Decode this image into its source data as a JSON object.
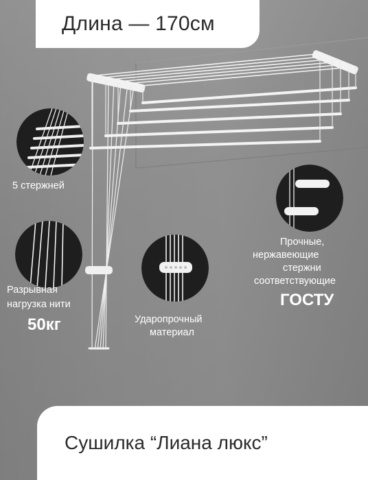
{
  "header": {
    "title": "Длина — 170см"
  },
  "footer": {
    "product_name": "Сушилка “Лиана люкс”"
  },
  "features": {
    "rods": {
      "label": "5 стержней"
    },
    "thread": {
      "label_line1": "Разрывная",
      "label_line2": "нагрузка нити",
      "value": "50кг"
    },
    "material": {
      "label_line1": "Ударопрочный",
      "label_line2": "материал"
    },
    "steel": {
      "label_line1": "Прочные,",
      "label_line2": "нержавеющие",
      "label_line3": "стержни",
      "label_line4": "соответствующие",
      "value": "ГОСТУ"
    }
  },
  "icons": [
    "rods-closeup-icon",
    "threads-closeup-icon",
    "pulley-closeup-icon",
    "rod-end-closeup-icon"
  ],
  "colors": {
    "background": "#8c8c8c",
    "banner": "#ffffff",
    "text_dark": "#2a2a2a",
    "text_light": "#ffffff"
  }
}
